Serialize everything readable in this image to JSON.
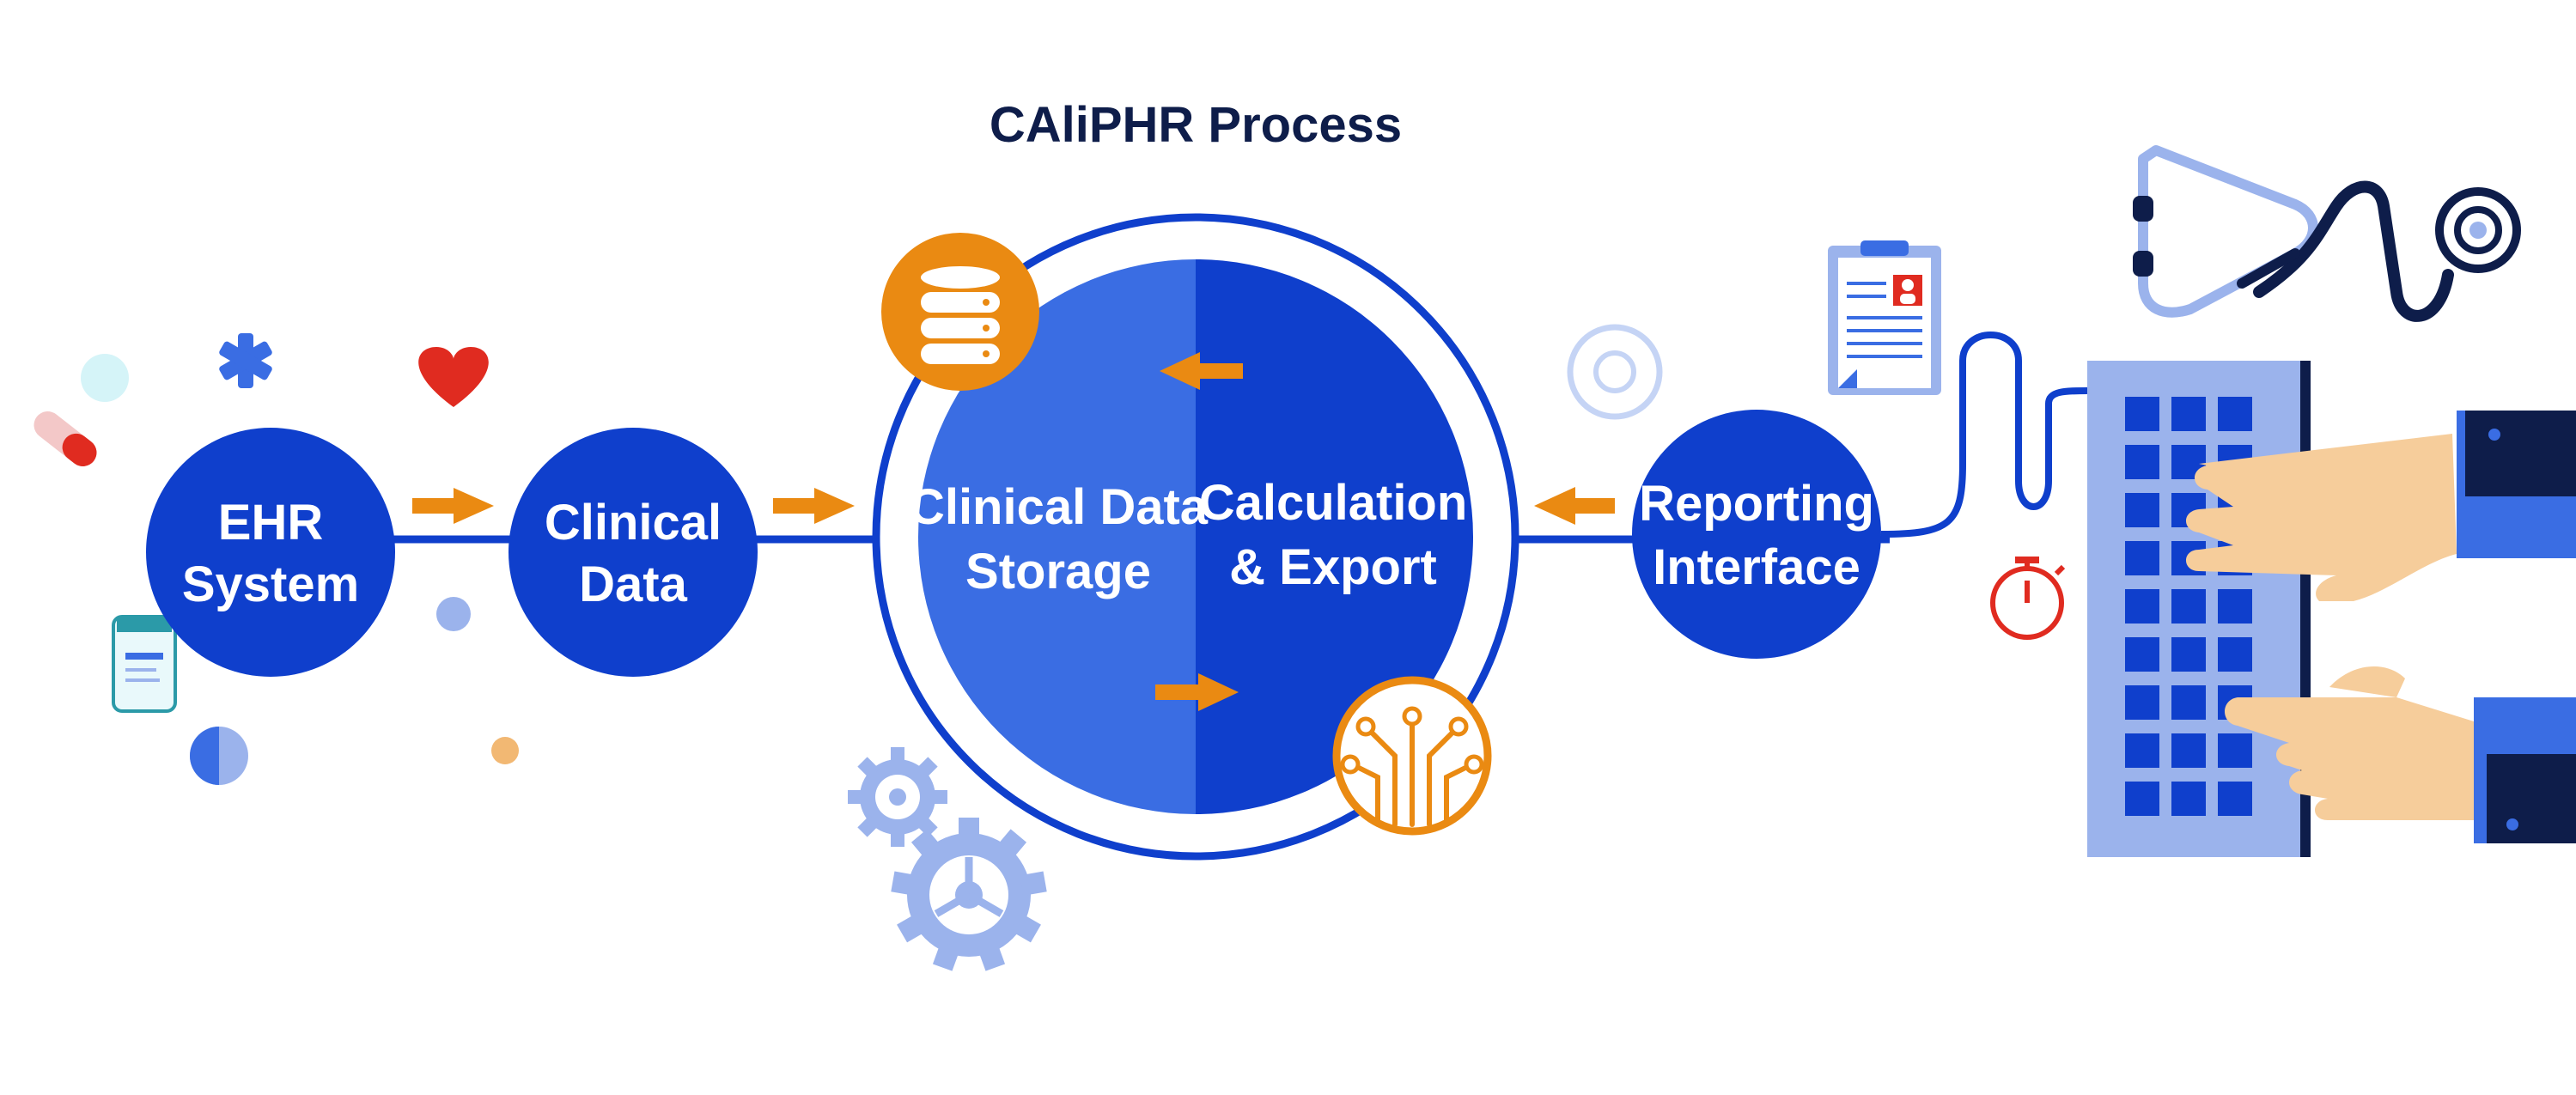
{
  "title": "CAliPHR Process",
  "nodes": {
    "ehr": {
      "line1": "EHR",
      "line2": "System"
    },
    "clinical": {
      "line1": "Clinical",
      "line2": "Data"
    },
    "storage": {
      "line1": "Clinical Data",
      "line2": "Storage"
    },
    "calc": {
      "line1": "Calculation",
      "line2": "& Export"
    },
    "reporting": {
      "line1": "Reporting",
      "line2": "Interface"
    }
  },
  "colors": {
    "primary_blue": "#0f3fcc",
    "light_blue": "#3a6de3",
    "pale_blue": "#9bb3ec",
    "orange": "#ea8a12",
    "navy": "#0e1d4a",
    "red": "#e02b20",
    "skin": "#f6cd9b",
    "title": "#0e1d4a"
  },
  "icons": [
    "pill-capsule-icon",
    "medical-star-icon",
    "heart-icon",
    "medicine-bottle-icon",
    "database-icon",
    "circuit-icon",
    "gear-icon",
    "clipboard-report-icon",
    "stopwatch-icon",
    "stethoscope-icon",
    "keyboard-icon",
    "hand-icon"
  ]
}
